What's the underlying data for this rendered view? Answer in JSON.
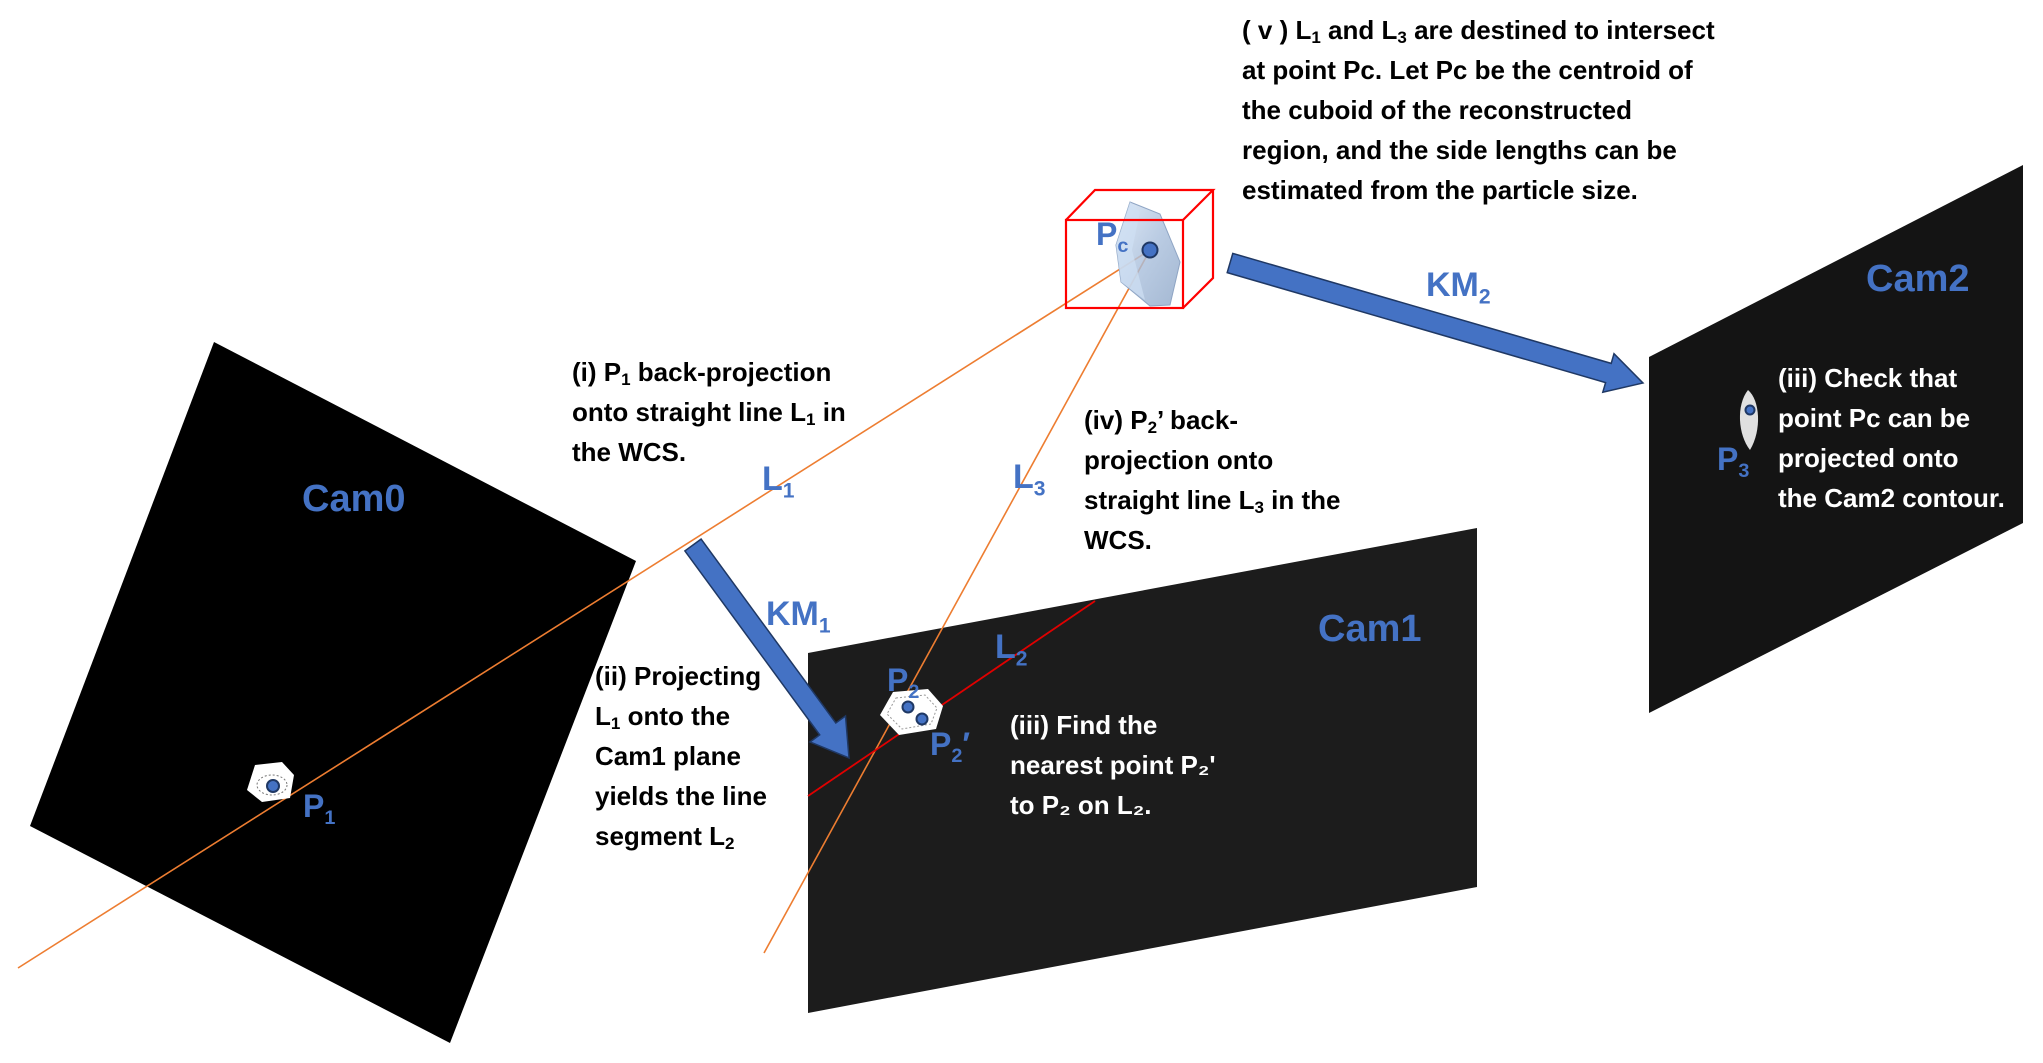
{
  "colors": {
    "accent_blue": "#4472c4",
    "arrow_blue": "#4472c4",
    "ray_orange": "#ed7d31",
    "projection_red": "#e00000",
    "cam0_fill": "#000000",
    "cam1_fill": "#1c1c1c",
    "cam2_fill": "#141414",
    "text_dark": "#000000",
    "text_light": "#ffffff"
  },
  "cameras": [
    {
      "id": "cam0",
      "title": "Cam0"
    },
    {
      "id": "cam1",
      "title": "Cam1"
    },
    {
      "id": "cam2",
      "title": "Cam2"
    }
  ],
  "transforms": [
    {
      "id": "km1",
      "label": "KM",
      "sub": "1"
    },
    {
      "id": "km2",
      "label": "KM",
      "sub": "2"
    }
  ],
  "lines": [
    {
      "id": "l1",
      "label": "L",
      "sub": "1"
    },
    {
      "id": "l2",
      "label": "L",
      "sub": "2"
    },
    {
      "id": "l3",
      "label": "L",
      "sub": "3"
    }
  ],
  "points": {
    "p1": {
      "label": "P",
      "sub": "1"
    },
    "p2": {
      "label": "P",
      "sub": "2"
    },
    "p2_prime": {
      "label": "P",
      "sub": "2",
      "suffix": "′"
    },
    "p3": {
      "label": "P",
      "sub": "3"
    },
    "pc": {
      "label": "P",
      "sub": "c"
    }
  },
  "steps": {
    "i": {
      "line1_a": "(i)  P",
      "line1_sub": "1",
      "line1_b": " back-projection",
      "line2_a": "onto straight line L",
      "line2_sub": "1",
      "line2_b": " in",
      "line3": "the WCS."
    },
    "ii": {
      "line1": "(ii) Projecting",
      "line2_a": "L",
      "line2_sub": "1",
      "line2_b": " onto the",
      "line3": "Cam1 plane",
      "line4": "yields the line",
      "line5_a": "segment L",
      "line5_sub": "2"
    },
    "iii_cam1": {
      "line1": "(iii) Find the",
      "line2": "nearest point P₂'",
      "line3": "to P₂ on L₂."
    },
    "iv": {
      "line1_a": "(iv) P",
      "line1_sub": "2",
      "line1_b": "’ back-",
      "line2": "projection onto",
      "line3_a": "straight line L",
      "line3_sub": "3",
      "line3_b": " in the",
      "line4": "WCS."
    },
    "v": {
      "line1_a": "( v ) L",
      "line1_sub": "1",
      "line1_b": " and L",
      "line1_sub2": "3",
      "line1_c": " are destined to intersect",
      "line2": "at point Pc. Let Pc be the centroid of",
      "line3": "the cuboid of the reconstructed",
      "line4": "region, and the side lengths can be",
      "line5": "estimated from the particle size."
    },
    "iii_cam2": {
      "line1": "(iii) Check that",
      "line2": "point Pc can be",
      "line3": "projected onto",
      "line4": "the Cam2 contour."
    }
  }
}
